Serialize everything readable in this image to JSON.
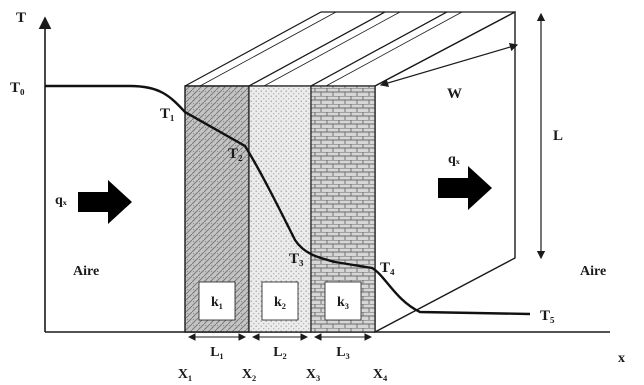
{
  "axes": {
    "y_label": "T",
    "x_label": "x"
  },
  "temperatures": {
    "t0": "T₀",
    "t1": "T₁",
    "t2": "T₂",
    "t3": "T₃",
    "t4": "T₄",
    "t5": "T₅"
  },
  "layers": [
    {
      "k": "k₁",
      "thickness": "L₁"
    },
    {
      "k": "k₂",
      "thickness": "L₂"
    },
    {
      "k": "k₃",
      "thickness": "L₃"
    }
  ],
  "positions": [
    "X₁",
    "X₂",
    "X₃",
    "X₄"
  ],
  "dimensions": {
    "width": "W",
    "height": "L"
  },
  "heat_flux": {
    "left": "qₓ",
    "right": "qₓ"
  },
  "media": {
    "left": "Aire",
    "right": "Aire"
  },
  "colors": {
    "ink": "#1a1a1a",
    "layer1": "#bdbdbd",
    "layer2": "#e6e6e6",
    "layer3": "#cfcfcf"
  }
}
